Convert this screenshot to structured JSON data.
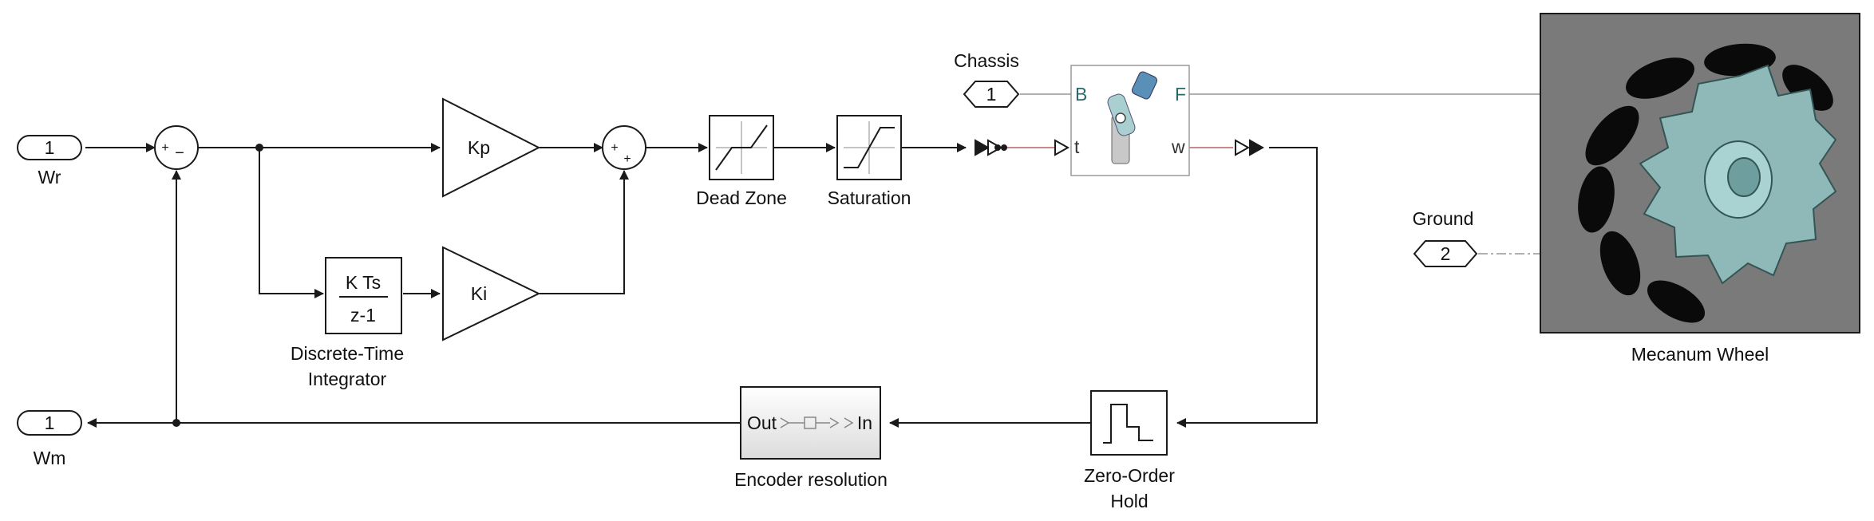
{
  "ports": {
    "wr": {
      "number": "1",
      "label": "Wr"
    },
    "wm": {
      "number": "1",
      "label": "Wm"
    },
    "chassis": {
      "number": "1",
      "label": "Chassis"
    },
    "ground": {
      "number": "2",
      "label": "Ground"
    }
  },
  "sum1": {
    "plus": "+",
    "minus": "−"
  },
  "sum2": {
    "plus1": "+",
    "plus2": "+"
  },
  "gains": {
    "kp": "Kp",
    "ki": "Ki"
  },
  "integrator": {
    "numerator": "K Ts",
    "denominator": "z-1",
    "label_line1": "Discrete-Time",
    "label_line2": "Integrator"
  },
  "dead_zone": {
    "label": "Dead Zone"
  },
  "saturation": {
    "label": "Saturation"
  },
  "joint": {
    "port_b": "B",
    "port_f": "F",
    "port_t": "t",
    "port_w": "w"
  },
  "wheel": {
    "label": "Mecanum Wheel"
  },
  "encoder": {
    "out": "Out",
    "in": "In",
    "label": "Encoder resolution"
  },
  "zoh": {
    "label_line1": "Zero-Order",
    "label_line2": "Hold"
  },
  "colors": {
    "line": "#1a1a1a",
    "physical_line": "#c88",
    "wheel_bg": "#7a7a7a",
    "wheel_part": "#8fb8b8"
  }
}
